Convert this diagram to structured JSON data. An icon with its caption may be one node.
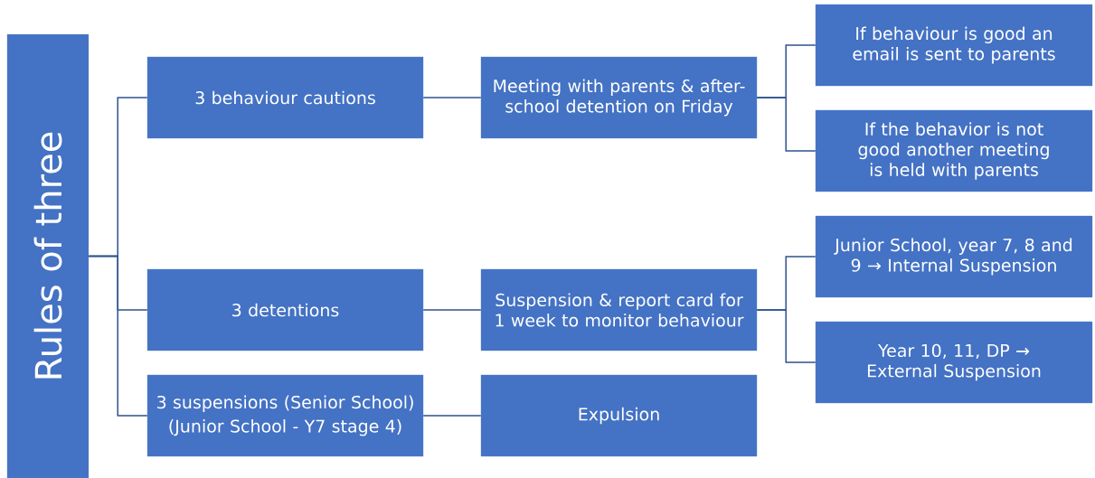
{
  "diagram": {
    "nodes": [
      {
        "text": [
          "Rules of three"
        ]
      },
      {
        "text": [
          "3 behaviour cautions"
        ]
      },
      {
        "text": [
          "Meeting with parents & after-school detention on Friday"
        ]
      },
      {
        "text": [
          "If behaviour is good an email is sent to parents"
        ]
      },
      {
        "text": [
          "If the behavior is not good another meeting is held with parents"
        ]
      },
      {
        "text": [
          "3 detentions"
        ]
      },
      {
        "text": [
          "Suspension & report card for 1 week to monitor behaviour"
        ]
      },
      {
        "text": [
          "Junior School, year 7, 8 and 9 → Internal Suspension"
        ]
      },
      {
        "text": [
          "Year 10, 11, DP → External Suspension"
        ]
      },
      {
        "text": [
          "3 suspensions (Senior School)",
          "(Junior School - Y7 stage 4)"
        ]
      },
      {
        "text": [
          "Expulsion"
        ]
      }
    ],
    "edges": [
      {
        "from": 0,
        "to": 1,
        "arrow": "none"
      },
      {
        "from": 0,
        "to": 5,
        "arrow": "none"
      },
      {
        "from": 0,
        "to": 9,
        "arrow": "none"
      },
      {
        "from": 1,
        "to": 2,
        "arrow": "none"
      },
      {
        "from": 2,
        "to": 3,
        "arrow": "none"
      },
      {
        "from": 2,
        "to": 4,
        "arrow": "none"
      },
      {
        "from": 5,
        "to": 6,
        "arrow": "none"
      },
      {
        "from": 6,
        "to": 7,
        "arrow": "none"
      },
      {
        "from": 6,
        "to": 8,
        "arrow": "none"
      },
      {
        "from": 9,
        "to": 10,
        "arrow": "none"
      }
    ]
  }
}
